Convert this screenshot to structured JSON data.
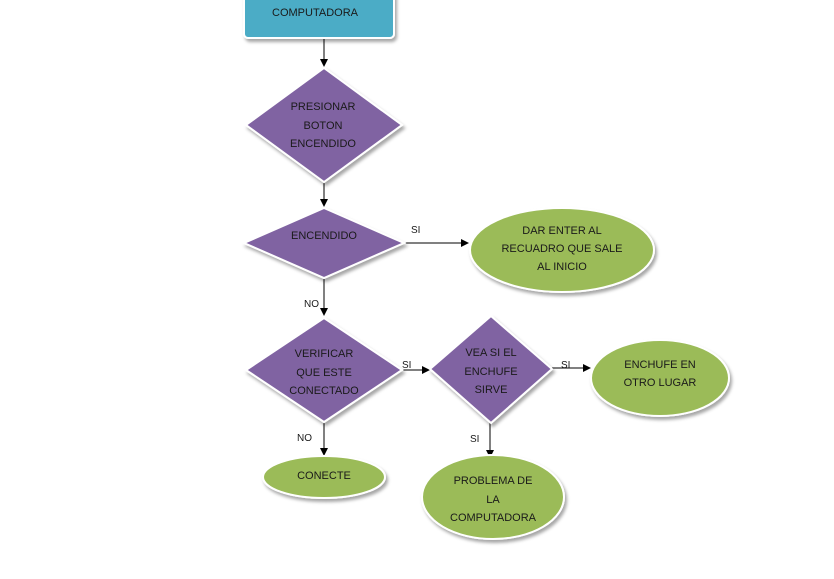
{
  "colors": {
    "start_fill": "#4bacc6",
    "decision_fill": "#8064a2",
    "terminal_fill": "#9bbb59",
    "line": "#000000"
  },
  "nodes": {
    "start": {
      "label": "COMPUTADORA"
    },
    "press_power": {
      "line1": "PRESIONAR",
      "line2": "BOTON",
      "line3": "ENCENDIDO"
    },
    "powered_on": {
      "label": "ENCENDIDO"
    },
    "press_enter": {
      "line1": "DAR ENTER AL",
      "line2": "RECUADRO QUE SALE",
      "line3": "AL  INICIO"
    },
    "verify_connected": {
      "line1": "VERIFICAR",
      "line2": "QUE ESTE",
      "line3": "CONECTADO"
    },
    "check_outlet": {
      "line1": "VEA SI EL",
      "line2": "ENCHUFE",
      "line3": "SIRVE"
    },
    "other_outlet": {
      "line1": "ENCHUFE EN",
      "line2": "OTRO LUGAR"
    },
    "connect": {
      "label": "CONECTE"
    },
    "computer_problem": {
      "line1": "PROBLEMA DE",
      "line2": "LA",
      "line3": "COMPUTADORA"
    }
  },
  "edges": {
    "powered_yes": "SI",
    "powered_no": "NO",
    "verify_yes": "SI",
    "verify_no": "NO",
    "outlet_yes": "SI",
    "outlet_no": "SI"
  }
}
